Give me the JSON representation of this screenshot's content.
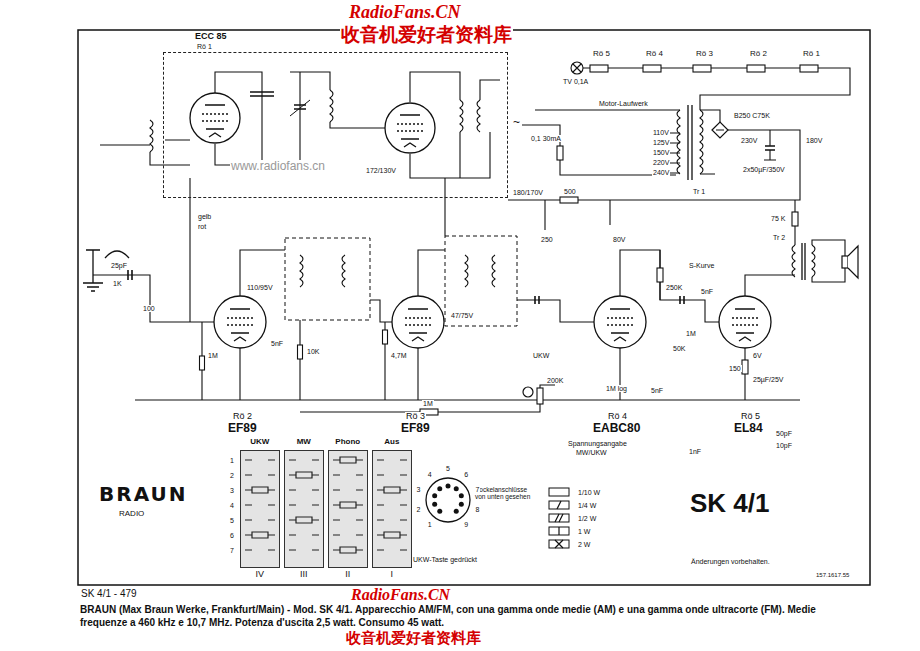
{
  "diagram": {
    "title": "SK 4/1",
    "caption": "BRAUN (Max Braun Werke, Frankfurt/Main) - Mod. SK 4/1. Apparecchio AM/FM, con una gamma onde medie (AM) e una gamma onde ultracorte (FM). Medie frequenze a 460 kHz e 10,7 MHz. Potenza d'uscita 2,5 watt. Consumo 45 watt.",
    "nodes": [
      {
        "text": [
          "ECC 85",
          "Rö 1"
        ]
      },
      {
        "text": [
          "UKW",
          "IV"
        ]
      },
      {
        "text": [
          "MW",
          "III"
        ]
      },
      {
        "text": [
          "Phono",
          "II"
        ]
      },
      {
        "text": [
          "Aus",
          "I"
        ]
      }
    ],
    "labels": [
      "RadioFans.CN",
      "收音机爱好者资料库",
      "www.radiofans.cn",
      "Rö 2",
      "EF89",
      "Rö 3",
      "EF89",
      "Rö 4",
      "EABC80",
      "Rö 5",
      "EL84",
      "Rö 5",
      "Rö 4",
      "Rö 3",
      "Rö 2",
      "Rö 1",
      "TV 0,1A",
      "~",
      "Motor-Laufwerk",
      "110V",
      "125V",
      "150V",
      "220V",
      "240V",
      "B250 C75K",
      "Tr 1",
      "230V",
      "180V",
      "2x50µF/350V",
      "0,1 30mA",
      "180/170V",
      "500",
      "75 K",
      "Tr 2",
      "S-Kurve",
      "80V",
      "250",
      "250K",
      "1M",
      "5nF",
      "50K",
      "150",
      "6V",
      "25µF/25V",
      "1M",
      "4,7M",
      "10K",
      "1M",
      "5nF",
      "110/95V",
      "47/75V",
      "200K",
      "1M log",
      "UKW",
      "5nF",
      "1nF",
      "50pF",
      "10pF",
      "172/130V",
      "25pF",
      "1K",
      "100",
      "gelb",
      "rot",
      "Sockelanschlüsse von unten gesehen",
      "UKW-Taste gedrückt",
      "Spannungsangabe",
      "MW/UKW",
      "Änderungen vorbehalten.",
      "157.1617.55",
      "SK 4/1 - 479",
      "BRAUN",
      "RADIO",
      "1",
      "2",
      "3",
      "4",
      "5",
      "6",
      "7",
      "1",
      "2",
      "3",
      "4",
      "5",
      "6",
      "7",
      "8",
      "9",
      "RadioFans.CN",
      "收音机爱好者资料库"
    ],
    "legend": [
      {
        "text": "1/10 W"
      },
      {
        "text": "1/4 W"
      },
      {
        "text": "1/2 W"
      },
      {
        "text": "1 W"
      },
      {
        "text": "2 W"
      }
    ]
  }
}
